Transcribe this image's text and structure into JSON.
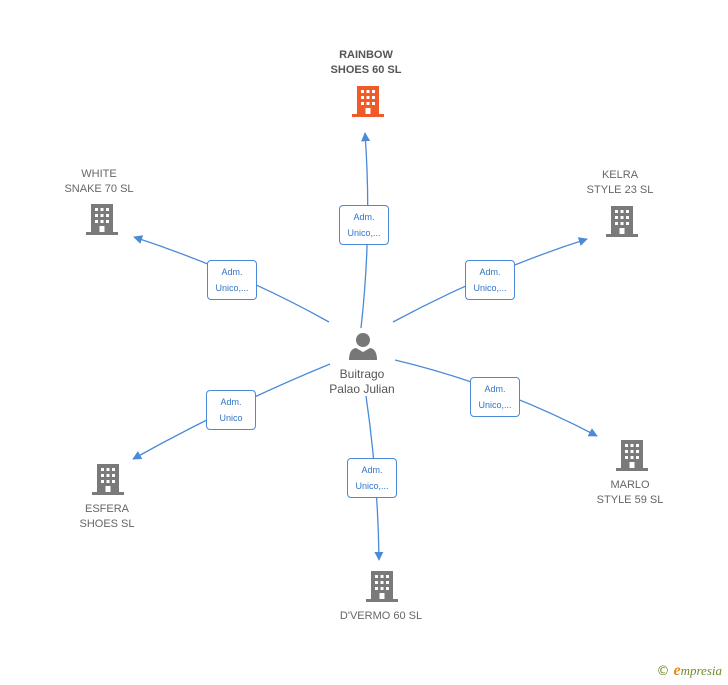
{
  "center": {
    "name_line1": "Buitrago",
    "name_line2": "Palao Julian",
    "icon": "person-icon"
  },
  "companies": [
    {
      "id": "rainbow",
      "line1": "RAINBOW",
      "line2": "SHOES 60  SL",
      "main": true,
      "color": "#f05a28"
    },
    {
      "id": "kelra",
      "line1": "KELRA",
      "line2": "STYLE 23  SL",
      "main": false,
      "color": "#7a7a7a"
    },
    {
      "id": "marlo",
      "line1": "MARLO",
      "line2": "STYLE 59  SL",
      "main": false,
      "color": "#7a7a7a"
    },
    {
      "id": "dvermo",
      "line1": "D'VERMO 60  SL",
      "line2": "",
      "main": false,
      "color": "#7a7a7a"
    },
    {
      "id": "esfera",
      "line1": "ESFERA",
      "line2": "SHOES SL",
      "main": false,
      "color": "#7a7a7a"
    },
    {
      "id": "white",
      "line1": "WHITE",
      "line2": "SNAKE 70  SL",
      "main": false,
      "color": "#7a7a7a"
    }
  ],
  "edges": [
    {
      "to": "rainbow",
      "line1": "Adm.",
      "line2": "Unico,..."
    },
    {
      "to": "kelra",
      "line1": "Adm.",
      "line2": "Unico,..."
    },
    {
      "to": "marlo",
      "line1": "Adm.",
      "line2": "Unico,..."
    },
    {
      "to": "dvermo",
      "line1": "Adm.",
      "line2": "Unico,..."
    },
    {
      "to": "esfera",
      "line1": "Adm.",
      "line2": "Unico"
    },
    {
      "to": "white",
      "line1": "Adm.",
      "line2": "Unico,..."
    }
  ],
  "footer": {
    "copyright": "©",
    "brand_initial": "e",
    "brand_rest": "mpresia"
  },
  "colors": {
    "edge": "#4a8ad8",
    "main_company": "#f05a28",
    "company": "#7a7a7a",
    "person": "#777777"
  }
}
